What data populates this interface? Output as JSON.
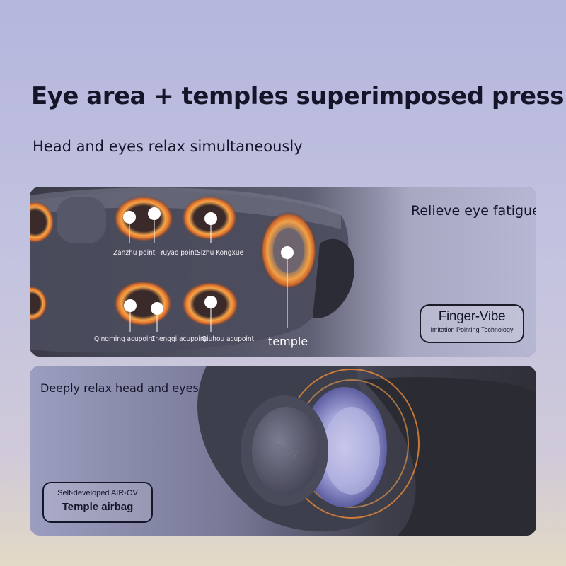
{
  "headline": "Eye area + temples superimposed press",
  "subheadline": "Head and eyes relax simultaneously",
  "top_panel": {
    "caption": "Relieve eye fatigue",
    "acupoints_upper": [
      "Zanzhu point",
      "Yuyao point",
      "Sizhu Kongxue"
    ],
    "acupoints_lower": [
      "Qingming acupoint",
      "Chengqi acupoint",
      "Qiuhou acupoint"
    ],
    "temple_label": "temple",
    "badge": {
      "title": "Finger-Vibe",
      "subtitle": "Imitation Pointing Technology"
    }
  },
  "bottom_panel": {
    "caption": "Deeply relax head and eyes",
    "device_logo": "OGG",
    "badge": {
      "title": "Self-developed AIR-OV",
      "subtitle": "Temple airbag"
    }
  },
  "colors": {
    "background": "#b8badd",
    "glow": "#f39a3c",
    "text": "#15152a"
  }
}
